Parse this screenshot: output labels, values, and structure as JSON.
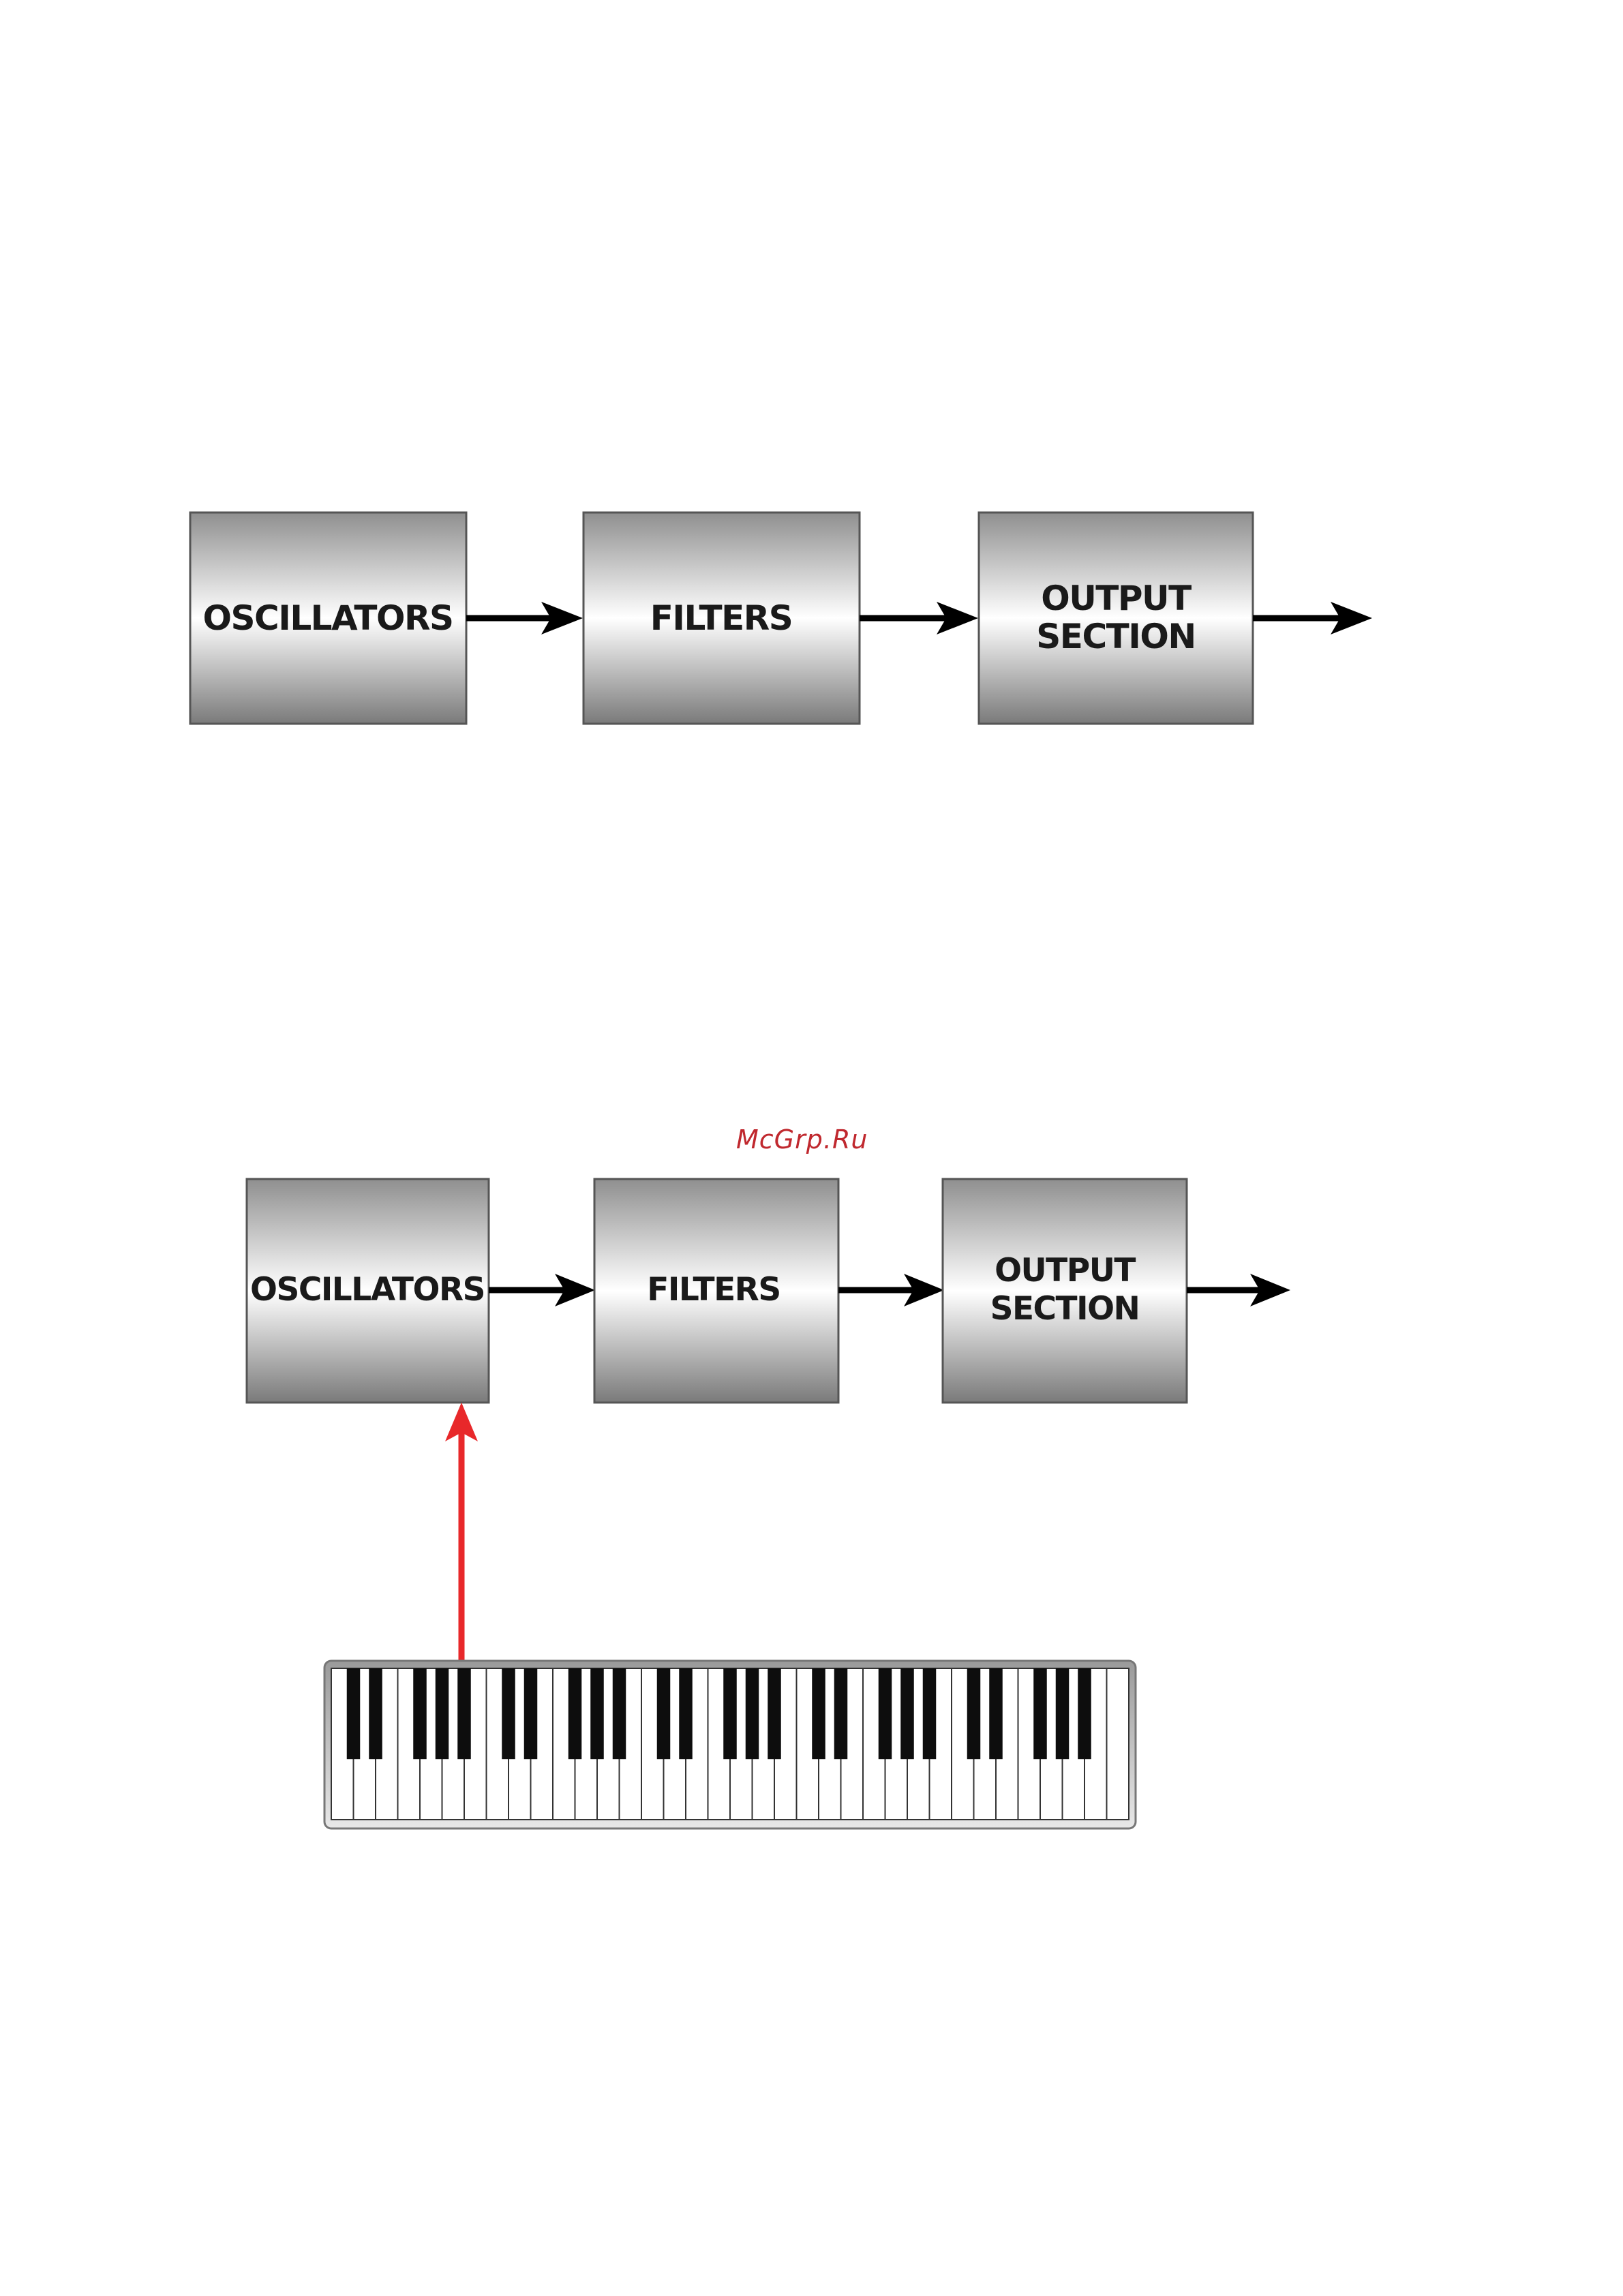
{
  "diagram1": {
    "blocks": [
      {
        "label": [
          "OSCILLATORS"
        ]
      },
      {
        "label": [
          "FILTERS"
        ]
      },
      {
        "label": [
          "OUTPUT",
          "SECTION"
        ]
      }
    ]
  },
  "diagram2": {
    "blocks": [
      {
        "label": [
          "OSCILLATORS"
        ]
      },
      {
        "label": [
          "FILTERS"
        ]
      },
      {
        "label": [
          "OUTPUT",
          "SECTION"
        ]
      }
    ],
    "keyboard": {
      "white_keys": 36
    }
  },
  "watermark": {
    "text": "McGrp.Ru"
  },
  "colors": {
    "watermark": "#c0282e",
    "control_arrow": "#e8282a",
    "arrow": "#000000",
    "block_top": "#8f8f8f",
    "block_mid": "#ffffff",
    "block_bottom": "#7a7a7a"
  }
}
